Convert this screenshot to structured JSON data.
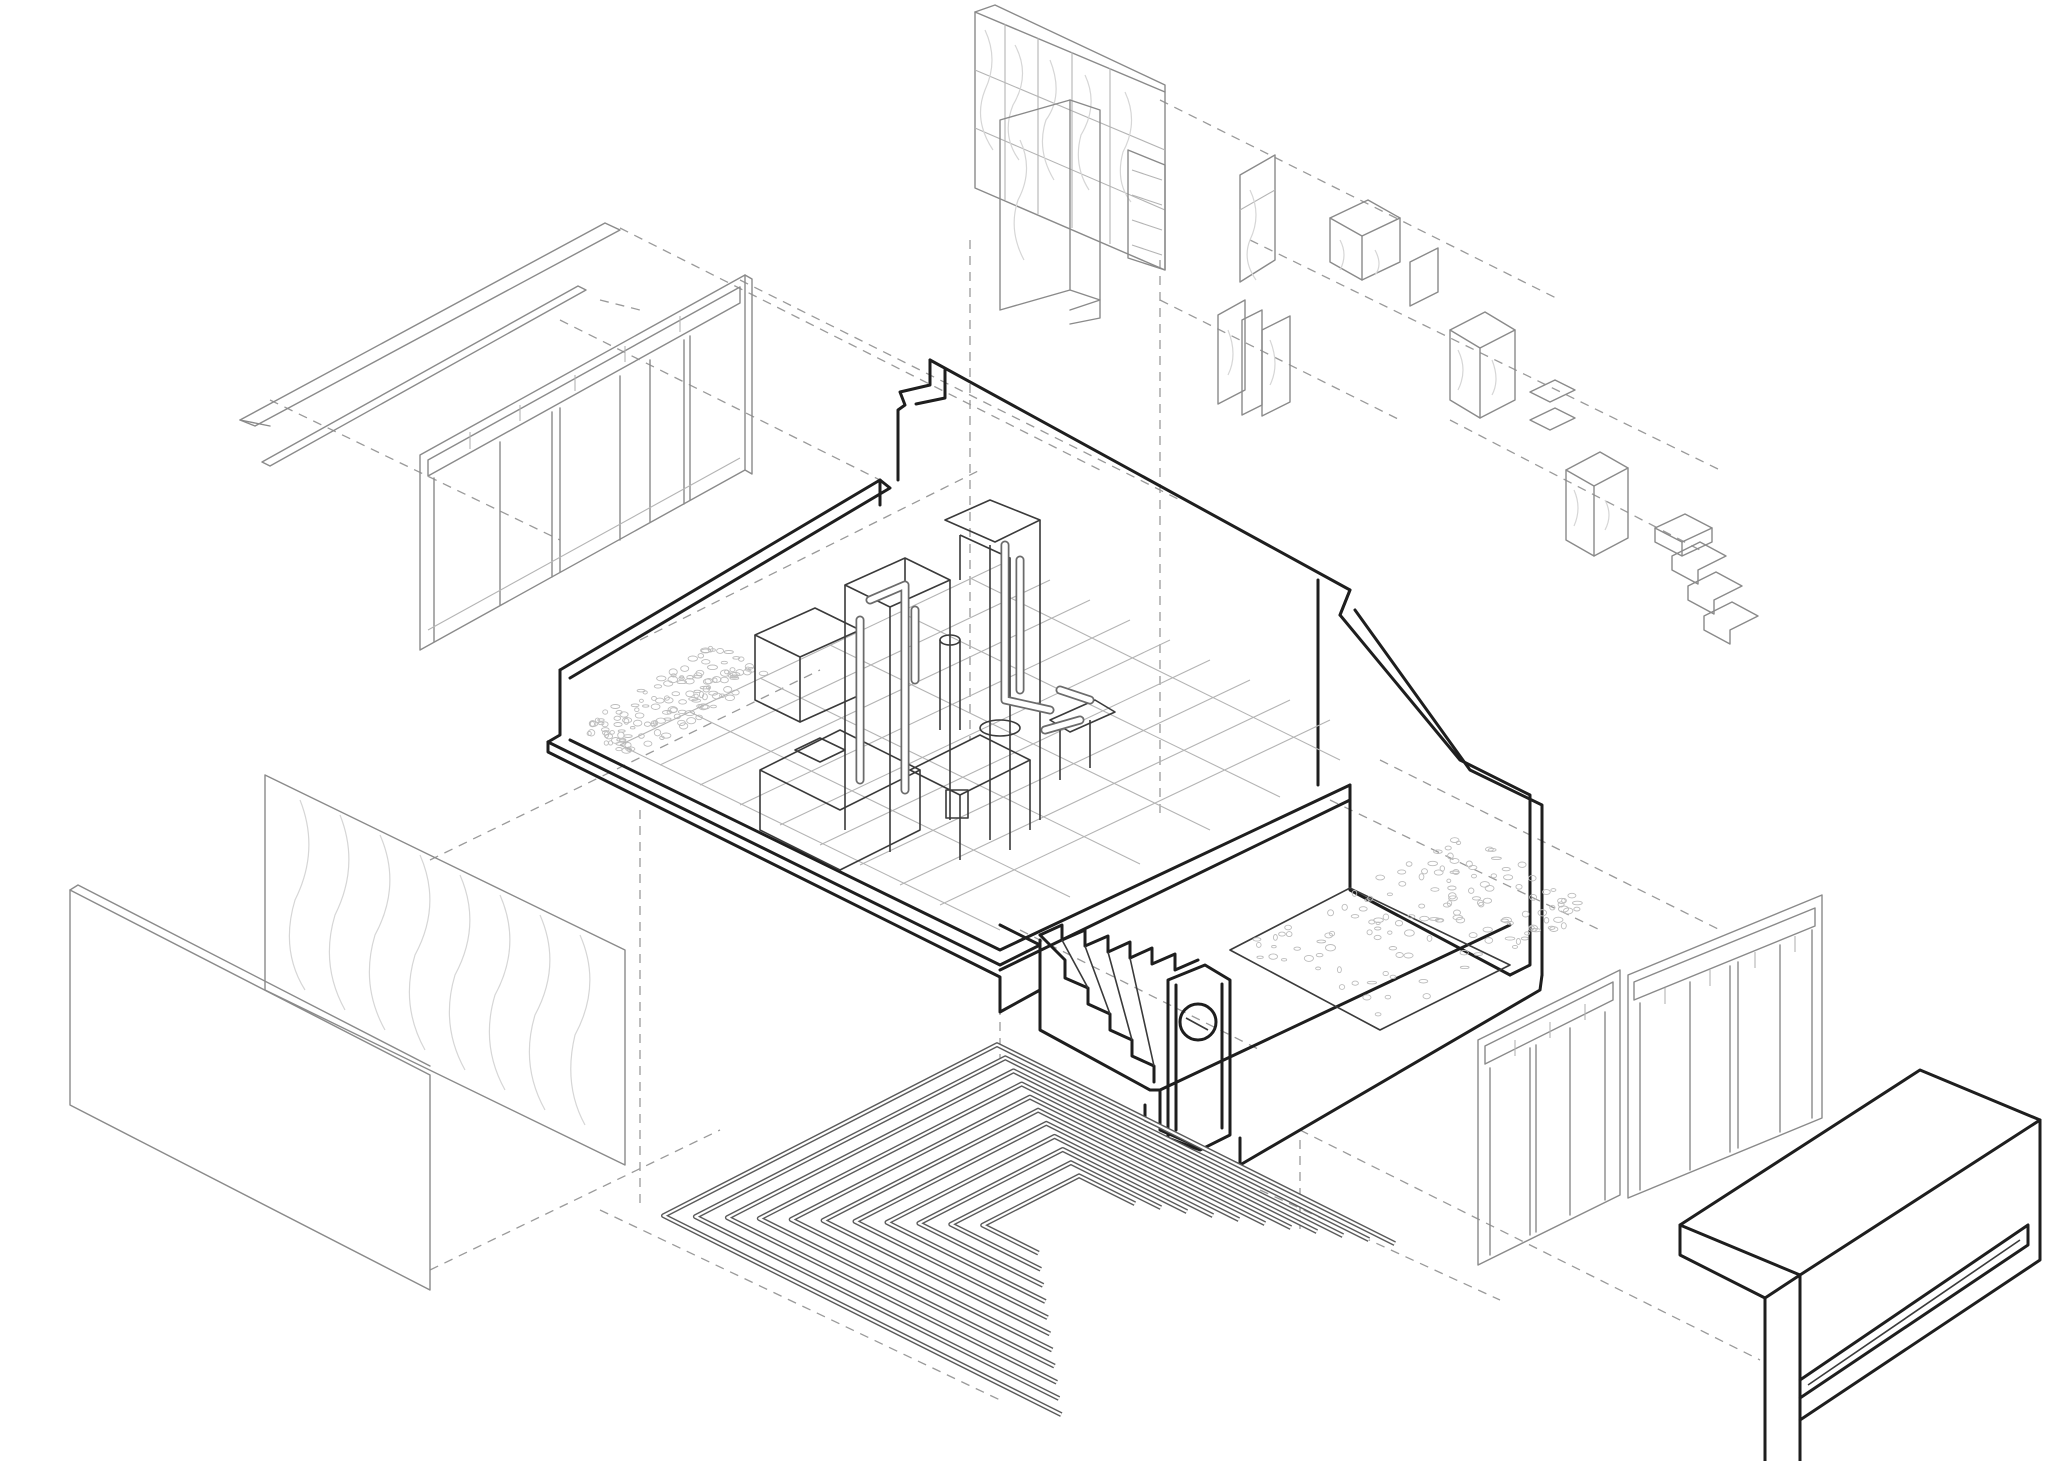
{
  "drawing": {
    "style": "exploded axonometric line drawing",
    "colors": {
      "background": "#ffffff",
      "primary_line": "#1e1e1e",
      "secondary_line": "#8a8a8a",
      "hidden_line": "#9a9a9a",
      "wood_grain": "#d6d6d6"
    }
  },
  "components": [
    "roof-flashing",
    "glazed-wall-upper-left",
    "storage-cabinets",
    "cabinet-modules",
    "house-shell",
    "interior-fitout",
    "stair",
    "round-window-door",
    "plywood-panel",
    "plain-panel",
    "underfloor-heating",
    "glazed-wall-right-a",
    "glazed-wall-right-b",
    "concrete-bench"
  ]
}
